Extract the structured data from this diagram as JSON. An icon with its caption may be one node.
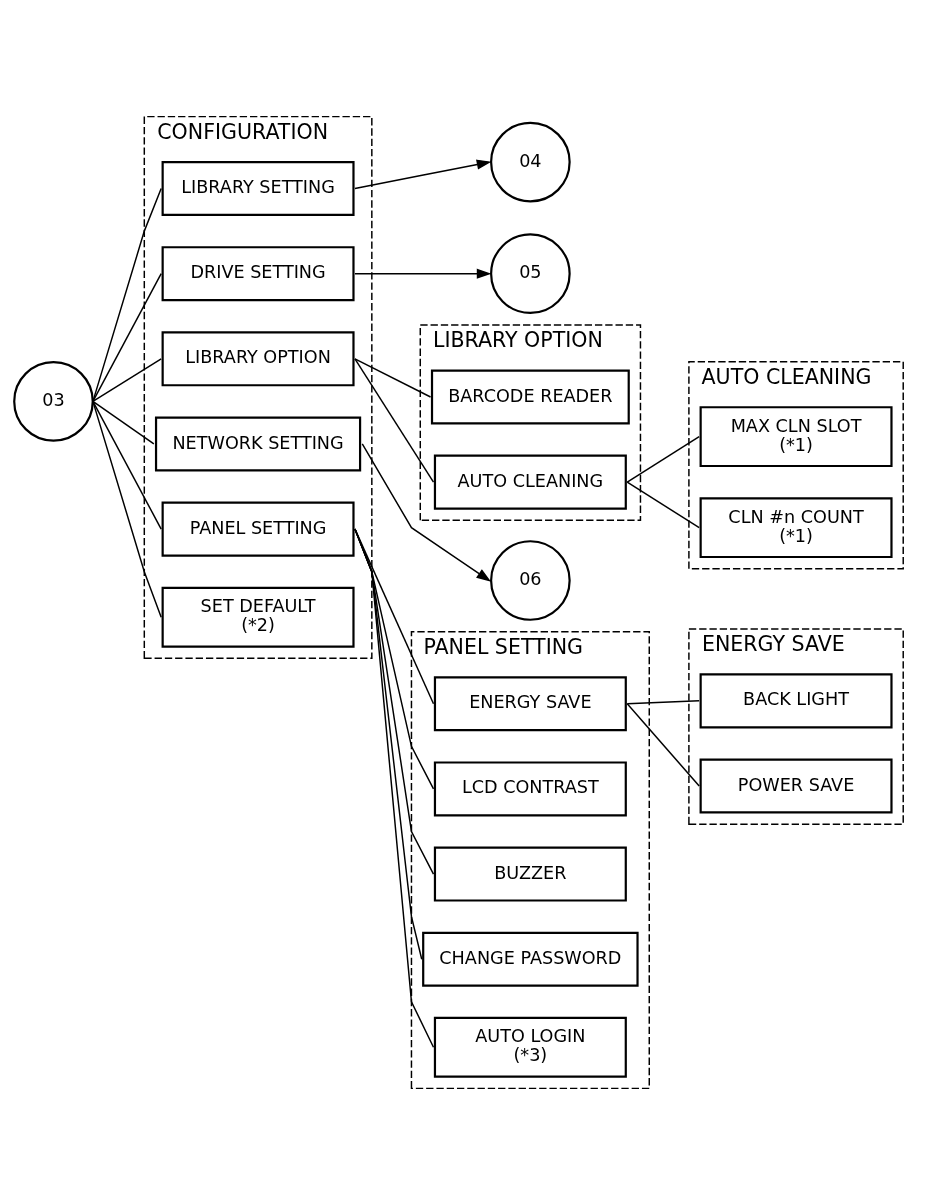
{
  "diagram": {
    "nodes": [
      {
        "text": [
          "CONFIGURATION"
        ]
      },
      {
        "text": [
          "03"
        ]
      },
      {
        "text": [
          "LIBRARY SETTING"
        ],
        "in": 0
      },
      {
        "text": [
          "04"
        ]
      },
      {
        "text": [
          "DRIVE SETTING"
        ],
        "in": 0
      },
      {
        "text": [
          "05"
        ]
      },
      {
        "text": [
          "LIBRARY OPTION"
        ],
        "in": 0
      },
      {
        "text": [
          "LIBRARY OPTION"
        ]
      },
      {
        "text": [
          "BARCODE READER"
        ],
        "in": 7
      },
      {
        "text": [
          "AUTO CLEANING"
        ],
        "in": 7
      },
      {
        "text": [
          "AUTO CLEANING"
        ]
      },
      {
        "text": [
          "MAX CLN SLOT",
          "(*1)"
        ],
        "in": 10
      },
      {
        "text": [
          "CLN #n COUNT",
          "(*1)"
        ],
        "in": 10
      },
      {
        "text": [
          "NETWORK SETTING"
        ],
        "in": 0
      },
      {
        "text": [
          "06"
        ]
      },
      {
        "text": [
          "PANEL SETTING"
        ],
        "in": 0
      },
      {
        "text": [
          "SET DEFAULT",
          "(*2)"
        ],
        "in": 0
      },
      {
        "text": [
          "PANEL SETTING"
        ]
      },
      {
        "text": [
          "ENERGY SAVE"
        ],
        "in": 17
      },
      {
        "text": [
          "LCD CONTRAST"
        ],
        "in": 17
      },
      {
        "text": [
          "BUZZER"
        ],
        "in": 17
      },
      {
        "text": [
          "CHANGE PASSWORD"
        ],
        "in": 17
      },
      {
        "text": [
          "AUTO LOGIN",
          "(*3)"
        ],
        "in": 17
      },
      {
        "text": [
          "ENERGY SAVE"
        ]
      },
      {
        "text": [
          "BACK LIGHT"
        ],
        "in": 23
      },
      {
        "text": [
          "POWER SAVE"
        ],
        "in": 23
      }
    ],
    "edges": [
      {
        "from": 1,
        "to": 2,
        "arrow": "none"
      },
      {
        "from": 1,
        "to": 4,
        "arrow": "none"
      },
      {
        "from": 1,
        "to": 6,
        "arrow": "none"
      },
      {
        "from": 1,
        "to": 13,
        "arrow": "none"
      },
      {
        "from": 1,
        "to": 15,
        "arrow": "none"
      },
      {
        "from": 1,
        "to": 16,
        "arrow": "none"
      },
      {
        "from": 2,
        "to": 3,
        "arrow": "to"
      },
      {
        "from": 4,
        "to": 5,
        "arrow": "to"
      },
      {
        "from": 6,
        "to": 8,
        "arrow": "none"
      },
      {
        "from": 6,
        "to": 9,
        "arrow": "none"
      },
      {
        "from": 9,
        "to": 11,
        "arrow": "none"
      },
      {
        "from": 9,
        "to": 12,
        "arrow": "none"
      },
      {
        "from": 13,
        "to": 14,
        "arrow": "to"
      },
      {
        "from": 15,
        "to": 18,
        "arrow": "none"
      },
      {
        "from": 15,
        "to": 19,
        "arrow": "none"
      },
      {
        "from": 15,
        "to": 20,
        "arrow": "none"
      },
      {
        "from": 15,
        "to": 21,
        "arrow": "none"
      },
      {
        "from": 15,
        "to": 22,
        "arrow": "none"
      },
      {
        "from": 18,
        "to": 24,
        "arrow": "none"
      },
      {
        "from": 18,
        "to": 25,
        "arrow": "none"
      }
    ]
  }
}
